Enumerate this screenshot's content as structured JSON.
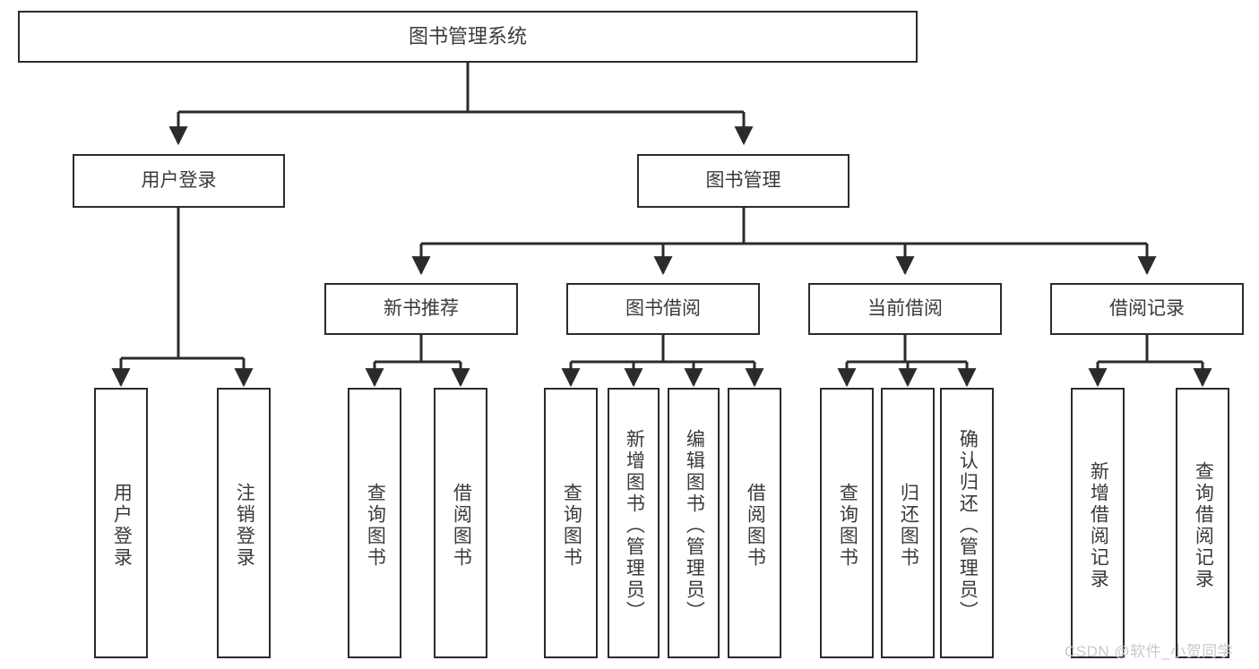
{
  "diagram": {
    "title": "图书管理系统",
    "type": "tree-hierarchy-chart",
    "root": {
      "label": "图书管理系统"
    },
    "level2": [
      {
        "label": "用户登录"
      },
      {
        "label": "图书管理"
      }
    ],
    "level3": [
      {
        "label": "新书推荐"
      },
      {
        "label": "图书借阅"
      },
      {
        "label": "当前借阅"
      },
      {
        "label": "借阅记录"
      }
    ],
    "leaves": {
      "user_login": [
        {
          "label": "用户登录"
        },
        {
          "label": "注销登录"
        }
      ],
      "new_book_recommend": [
        {
          "label": "查询图书"
        },
        {
          "label": "借阅图书"
        }
      ],
      "book_borrow": [
        {
          "label": "查询图书"
        },
        {
          "label": "新增图书（管理员）"
        },
        {
          "label": "编辑图书（管理员）"
        },
        {
          "label": "借阅图书"
        }
      ],
      "current_borrow": [
        {
          "label": "查询图书"
        },
        {
          "label": "归还图书"
        },
        {
          "label": "确认归还（管理员）"
        }
      ],
      "borrow_record": [
        {
          "label": "新增借阅记录"
        },
        {
          "label": "查询借阅记录"
        }
      ]
    }
  },
  "watermark": {
    "text": "CSDN @软件_小贺同学"
  },
  "colors": {
    "box_border": "#2b2b2b",
    "text": "#3a3a3a",
    "connector": "#2b2b2b",
    "background": "#ffffff",
    "watermark": "#c9c9c9"
  }
}
